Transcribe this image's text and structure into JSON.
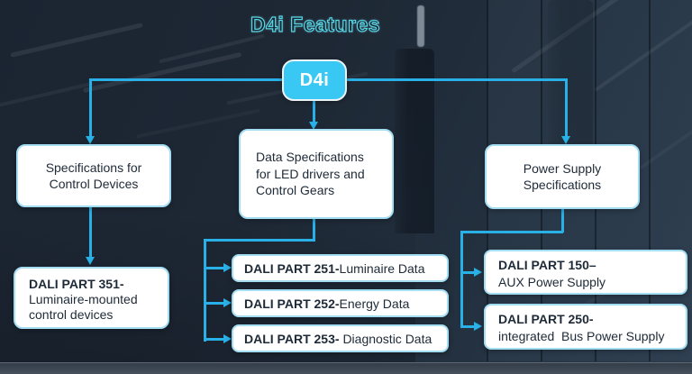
{
  "title": "D4i Features",
  "colors": {
    "accent": "#29b0e6",
    "root_fill": "#38c8f3",
    "title_color": "#55d6e6",
    "node_border": "#a3ddf1",
    "node_text": "#1e2a37"
  },
  "root": {
    "label": "D4i"
  },
  "branches": {
    "left": {
      "lines": [
        "Specifications for",
        "Control Devices"
      ]
    },
    "middle": {
      "lines": [
        "Data Specifications",
        "for LED drivers and",
        "Control Gears"
      ]
    },
    "right": {
      "lines": [
        "Power Supply",
        "Specifications"
      ]
    }
  },
  "leaves": {
    "left": [
      {
        "part": "DALI PART 351-",
        "desc": "Luminaire-mounted control devices"
      }
    ],
    "middle": [
      {
        "part": "DALI PART 251-",
        "desc": "Luminaire Data"
      },
      {
        "part": "DALI PART 252-",
        "desc": "Energy Data"
      },
      {
        "part": "DALI PART 253-",
        "desc": " Diagnostic Data"
      }
    ],
    "right": [
      {
        "part": "DALI PART 150–",
        "desc": "AUX Power Supply"
      },
      {
        "part": "DALI PART 250-",
        "desc": "integrated  Bus Power Supply"
      }
    ]
  }
}
